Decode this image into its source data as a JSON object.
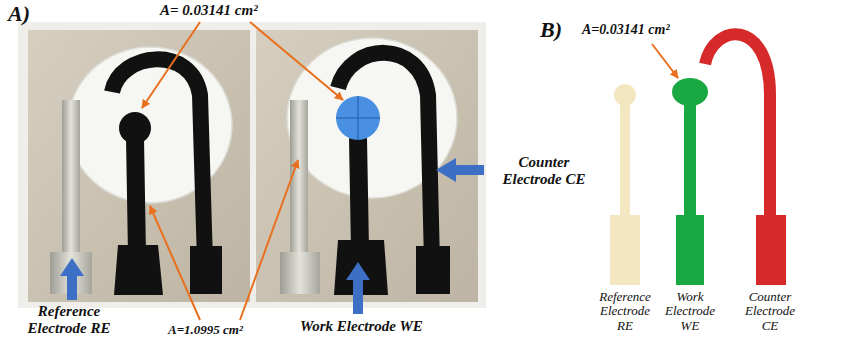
{
  "diagram": {
    "labels": [
      "A)",
      "A= 0.03141 cm²",
      "Counter Electrode CE",
      "Reference Electrode RE",
      "A=1.0995 cm²",
      "Work Electrode WE",
      "B)",
      "A=0.03141 cm²",
      "Reference Electrode RE",
      "Work Electrode WE",
      "Counter Electrode CE"
    ]
  }
}
